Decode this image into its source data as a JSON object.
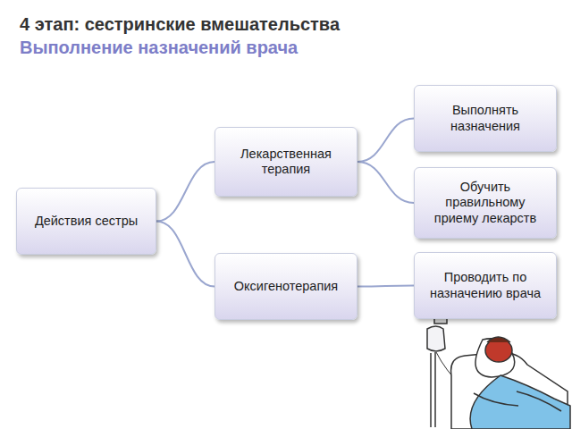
{
  "diagram": {
    "title": "4 этап: сестринские вмешательства",
    "nodes": [
      {
        "text": [
          "Действия сестры"
        ]
      },
      {
        "text": [
          "Лекарственная терапия"
        ]
      },
      {
        "text": [
          "Оксигенотерапия"
        ]
      },
      {
        "text": [
          "Выполнять назначения"
        ]
      },
      {
        "text": [
          "Обучить правильному приему лекарств"
        ]
      },
      {
        "text": [
          "Проводить по назначению врача"
        ]
      }
    ],
    "edges": [
      {
        "from": 0,
        "to": 1,
        "arrow": "none"
      },
      {
        "from": 0,
        "to": 2,
        "arrow": "none"
      },
      {
        "from": 1,
        "to": 3,
        "arrow": "none"
      },
      {
        "from": 1,
        "to": 4,
        "arrow": "none"
      },
      {
        "from": 2,
        "to": 5,
        "arrow": "none"
      }
    ],
    "labels": [
      "Выполнение назначений врача"
    ]
  }
}
